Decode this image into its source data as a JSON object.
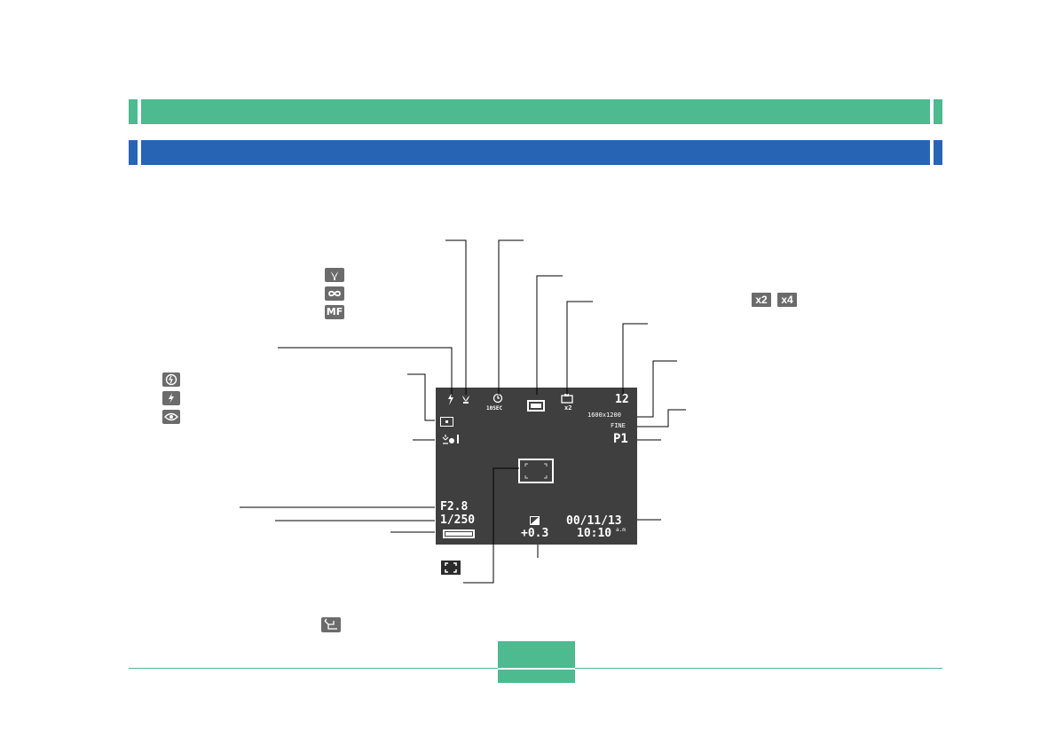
{
  "lcd": {
    "shutter_speed": "1/250",
    "aperture": "F2.8",
    "ev_shift": "+0.3",
    "date": "00/11/13",
    "time": "10:10",
    "time_suffix": "a.m",
    "remaining_shots": "12",
    "resolution": "1600x1200",
    "quality": "FINE",
    "program": "P1",
    "zoom_indicator": "x2",
    "self_timer_label": "10SEC"
  },
  "icons": {
    "macro": "macro-icon",
    "infinity": "infinity-icon",
    "manual_focus": "MF",
    "flash_off": "flash-off-icon",
    "flash_on": "flash-icon",
    "red_eye": "red-eye-icon",
    "focus_frame": "focus-frame-icon",
    "panorama": "panorama-icon"
  },
  "zoom_badges": [
    "x2",
    "x4"
  ],
  "colors": {
    "accent_green": "#4dba90",
    "accent_blue": "#2864b4",
    "lcd_background": "#3f3f3f"
  }
}
